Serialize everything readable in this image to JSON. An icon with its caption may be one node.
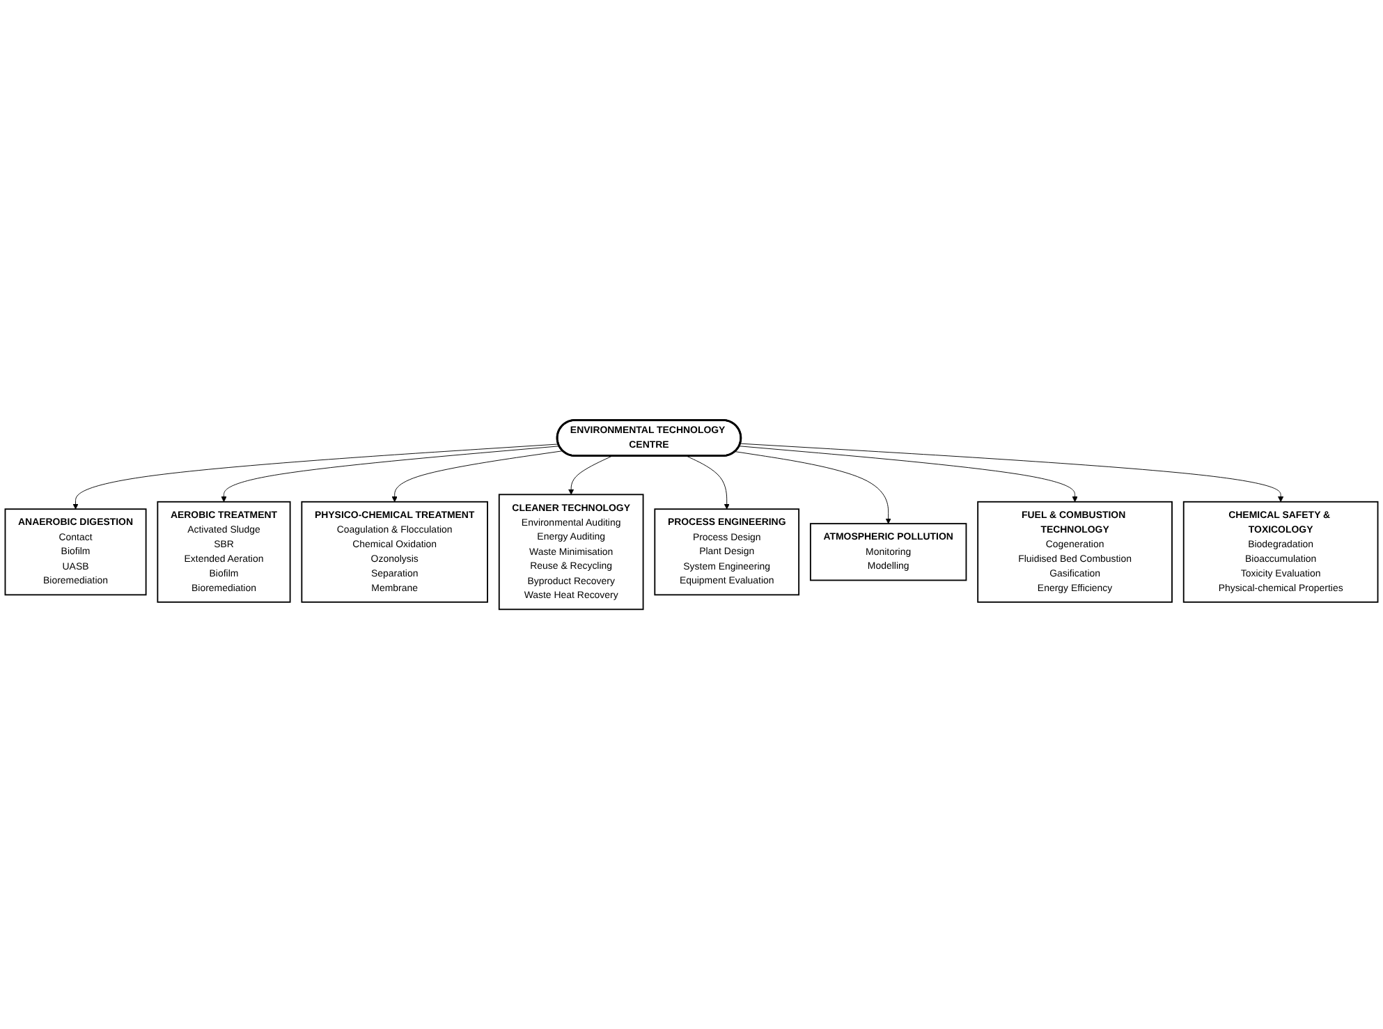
{
  "diagram": {
    "nodes": [
      {
        "text": [
          "ANAEROBIC DIGESTION",
          "Contact",
          "Biofilm",
          "UASB",
          "Bioremediation"
        ]
      },
      {
        "text": [
          "CHEMICAL SAFETY & TOXICOLOGY",
          "Biodegradation",
          "Bioaccumulation",
          "Toxicity Evaluation",
          "Physical-chemical Properties"
        ]
      },
      {
        "text": [
          "AEROBIC TREATMENT",
          "Activated Sludge",
          "SBR",
          "Extended Aeration",
          "Biofilm",
          "Bioremediation"
        ]
      },
      {
        "text": [
          "FUEL & COMBUSTION TECHNOLOGY",
          "Cogeneration",
          "Fluidised Bed Combustion",
          "Gasification",
          "Energy Efficiency"
        ]
      },
      {
        "text": [
          "ENVIRONMENTAL TECHNOLOGY CENTRE"
        ]
      },
      {
        "text": [
          "PHYSICO-CHEMICAL TREATMENT",
          "Coagulation & Flocculation",
          "Chemical Oxidation",
          "Ozonolysis",
          "Separation",
          "Membrane"
        ]
      },
      {
        "text": [
          "ATMOSPHERIC POLLUTION",
          "Monitoring",
          "Modelling"
        ]
      },
      {
        "text": [
          "CLEANER TECHNOLOGY",
          "Environmental Auditing",
          "Energy Auditing",
          "Waste Minimisation",
          "Reuse & Recycling",
          "Byproduct Recovery",
          "Waste Heat Recovery"
        ]
      },
      {
        "text": [
          "PROCESS ENGINEERING",
          "Process Design",
          "Plant Design",
          "System Engineering",
          "Equipment Evaluation"
        ]
      }
    ],
    "edges": [
      {
        "from": 4,
        "to": 0,
        "arrow": "to"
      },
      {
        "from": 4,
        "to": 2,
        "arrow": "to"
      },
      {
        "from": 4,
        "to": 5,
        "arrow": "to"
      },
      {
        "from": 4,
        "to": 7,
        "arrow": "to"
      },
      {
        "from": 4,
        "to": 8,
        "arrow": "to"
      },
      {
        "from": 4,
        "to": 6,
        "arrow": "to"
      },
      {
        "from": 4,
        "to": 3,
        "arrow": "to"
      },
      {
        "from": 4,
        "to": 1,
        "arrow": "to"
      }
    ]
  }
}
